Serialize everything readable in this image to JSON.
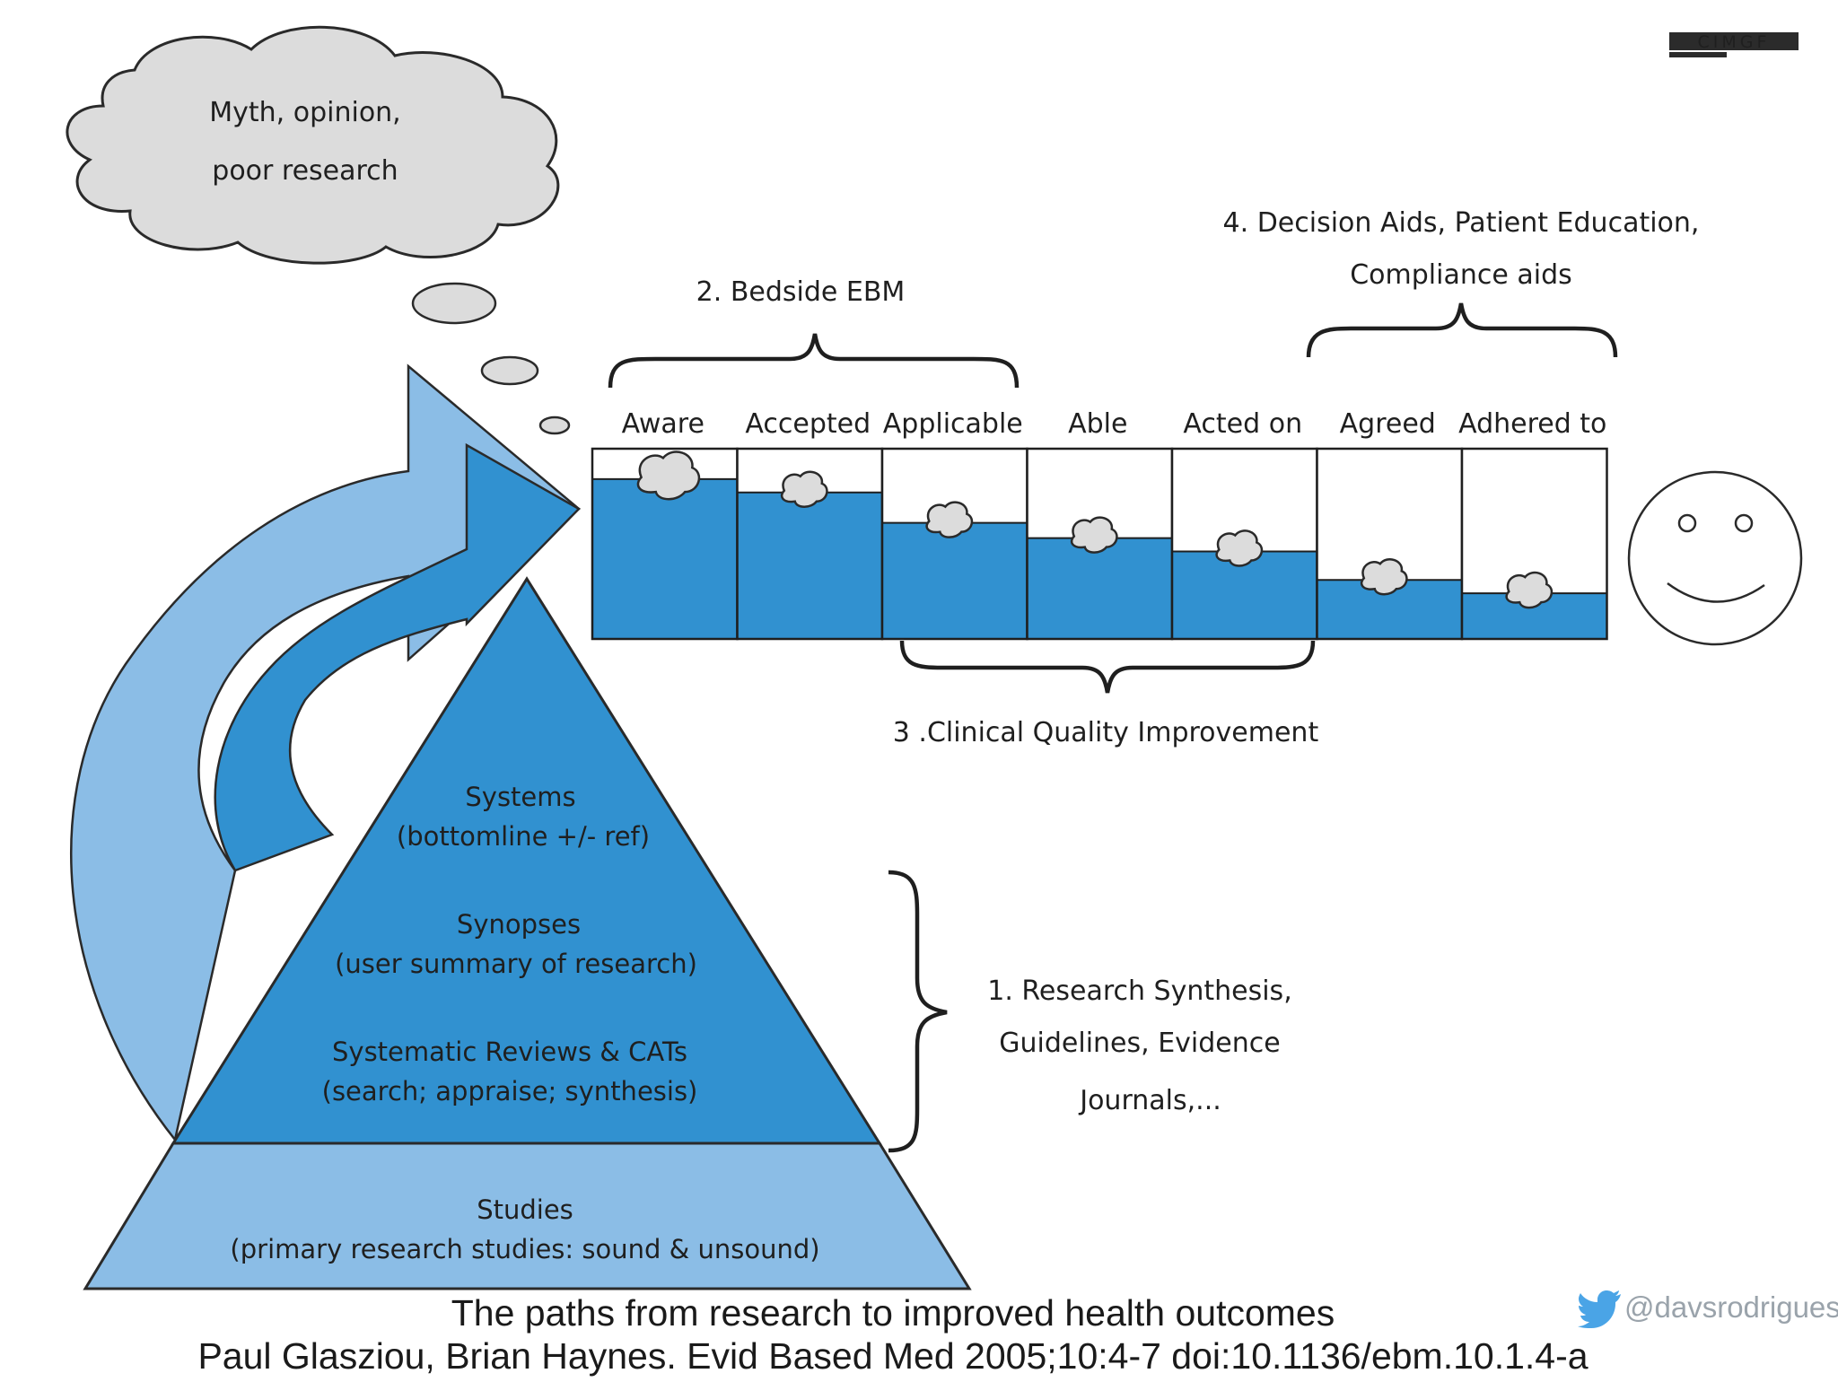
{
  "logo": {
    "text": "CIMGF"
  },
  "cloud": {
    "line1": "Myth, opinion,",
    "line2": "poor research"
  },
  "brackets": {
    "bedside": "2. Bedside EBM",
    "decision_line1": "4. Decision Aids, Patient Education,",
    "decision_line2": "Compliance aids",
    "quality": "3 .Clinical Quality Improvement",
    "synthesis_line1": "1. Research Synthesis,",
    "synthesis_line2": "Guidelines, Evidence",
    "synthesis_line3": "Journals,..."
  },
  "pipeline": {
    "stages": [
      {
        "label": "Aware",
        "level": 0.84
      },
      {
        "label": "Accepted",
        "level": 0.77
      },
      {
        "label": "Applicable",
        "level": 0.61
      },
      {
        "label": "Able",
        "level": 0.53
      },
      {
        "label": "Acted on",
        "level": 0.46
      },
      {
        "label": "Agreed",
        "level": 0.31
      },
      {
        "label": "Adhered to",
        "level": 0.24
      }
    ]
  },
  "pyramid": {
    "systems": "Systems",
    "systems_sub": "(bottomline +/- ref)",
    "synopses": "Synopses",
    "synopses_sub": "(user summary of research)",
    "reviews": "Systematic Reviews & CATs",
    "reviews_sub": "(search; appraise; synthesis)",
    "studies": "Studies",
    "studies_sub": "(primary research studies: sound & unsound)"
  },
  "caption": {
    "line1": "The paths from research to improved health outcomes",
    "line2": "Paul Glasziou, Brian Haynes. Evid Based Med 2005;10:4-7 doi:10.1136/ebm.10.1.4-a"
  },
  "credit": {
    "handle": "@davsrodrigues"
  },
  "colors": {
    "blue_dark": "#3191d0",
    "blue_light": "#8bbde6",
    "outline": "#2a2a2a",
    "cloud_fill": "#dcdcdc"
  }
}
